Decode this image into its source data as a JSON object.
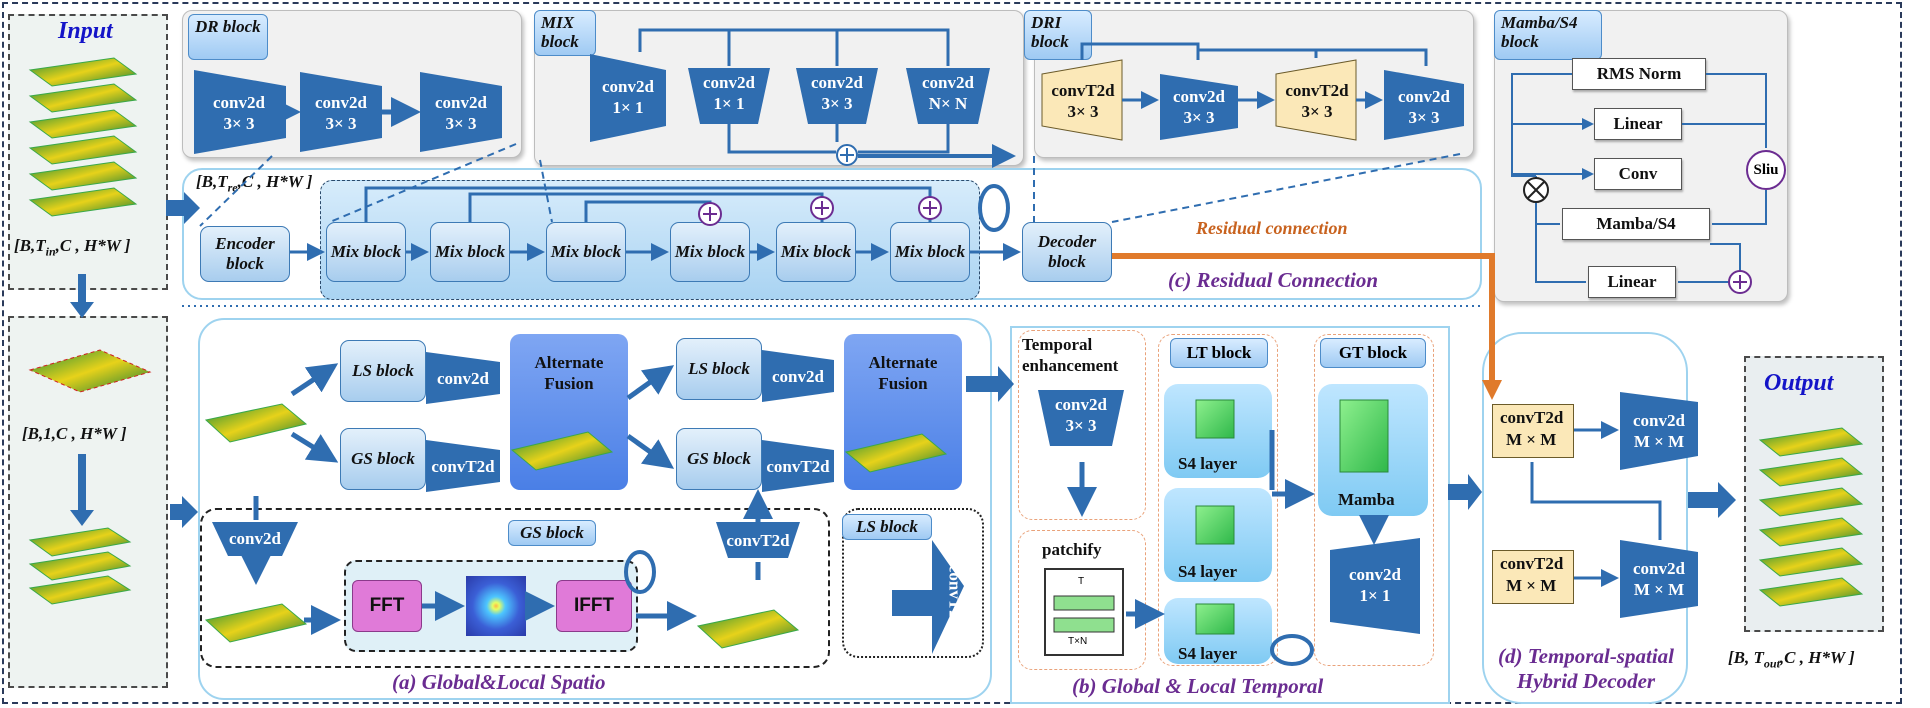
{
  "input": {
    "title": "Input",
    "shape": "[B,T",
    "shape_sub": "in",
    "shape_rest": ",C , H*W ]"
  },
  "output": {
    "title": "Output",
    "shape": "[B, T",
    "shape_sub": "out",
    "shape_rest": ",C , H*W ]"
  },
  "slice_shape": "[B,1,C , H*W ]",
  "tre_shape": {
    "pre": "[B,T",
    "sub": "re",
    "post": ",C , H*W ]"
  },
  "dr": {
    "tag": "DR block",
    "convs": [
      {
        "l1": "conv2d",
        "l2": "3× 3"
      },
      {
        "l1": "conv2d",
        "l2": "3× 3"
      },
      {
        "l1": "conv2d",
        "l2": "3× 3"
      }
    ]
  },
  "mix": {
    "tag": "MIX block",
    "convs": [
      {
        "l1": "conv2d",
        "l2": "1× 1"
      },
      {
        "l1": "conv2d",
        "l2": "1× 1"
      },
      {
        "l1": "conv2d",
        "l2": "3× 3"
      },
      {
        "l1": "N× N",
        "l2": "conv2d"
      }
    ]
  },
  "dri": {
    "tag": "DRI block",
    "convs": [
      {
        "l1": "convT2d",
        "l2": "3× 3"
      },
      {
        "l1": "conv2d",
        "l2": "3× 3"
      },
      {
        "l1": "convT2d",
        "l2": "3× 3"
      },
      {
        "l1": "conv2d",
        "l2": "3× 3"
      }
    ]
  },
  "mamba": {
    "tag": "Mamba/S4 block",
    "rms": "RMS Norm",
    "linear1": "Linear",
    "conv": "Conv",
    "sliu": "Sliu",
    "mamba_s4": "Mamba/S4",
    "linear2": "Linear"
  },
  "residual": {
    "encoder": "Encoder block",
    "mix_label": "Mix block",
    "decoder": "Decoder block",
    "conn_label": "Residual connection",
    "caption": "(c) Residual Connection"
  },
  "spatio": {
    "ls1": "LS block",
    "gs1": "GS block",
    "conv2d": "conv2d",
    "convT2d": "convT2d",
    "fusion": "Alternate Fusion",
    "ls2": "LS block",
    "gs2": "GS block",
    "conv2d_b": "conv2d",
    "convT2d_b": "convT2d",
    "fusion2": "Alternate Fusion",
    "gs_tag": "GS block",
    "fft": "FFT",
    "ifft": "IFFT",
    "conv2d_down": "conv2d",
    "convT2d_up": "convT2d",
    "ls_tag": "LS block",
    "convT2d_rot": "convT2d",
    "caption": "(a) Global&Local Spatio"
  },
  "temporal": {
    "enh": "Temporal enhancement",
    "conv": "conv2d",
    "conv_k": "3× 3",
    "patchify": "patchify",
    "t_mark": "T",
    "tn_mark": "T×N",
    "lt": "LT  block",
    "s4": "S4 layer",
    "gt": "GT  block",
    "mamba": "Mamba",
    "conv11": "conv2d",
    "conv11_k": "1× 1",
    "caption": "(b) Global & Local Temporal"
  },
  "decoder": {
    "convT": "convT2d",
    "convT_k": "M × M",
    "conv": "conv2d",
    "conv_k": "M × M",
    "caption1": "(d) Temporal-spatial",
    "caption2": "Hybrid Decoder"
  },
  "colors": {
    "accent": "#2f6db0",
    "caption": "#6a2c91",
    "title": "#1414c8",
    "residual": "#c8621e",
    "plus": "#6b2c91"
  }
}
